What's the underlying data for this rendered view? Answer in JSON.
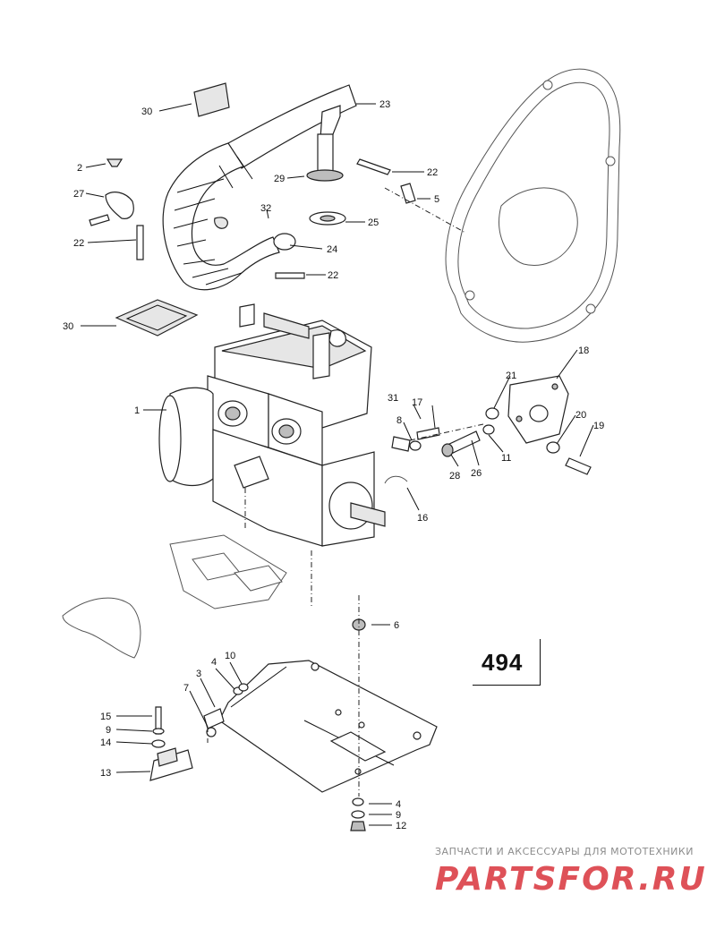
{
  "diagram": {
    "page_number": "494",
    "callouts": [
      {
        "id": "c30a",
        "text": "30"
      },
      {
        "id": "c23",
        "text": "23"
      },
      {
        "id": "c2",
        "text": "2"
      },
      {
        "id": "c27",
        "text": "27"
      },
      {
        "id": "c29",
        "text": "29"
      },
      {
        "id": "c22a",
        "text": "22"
      },
      {
        "id": "c5",
        "text": "5"
      },
      {
        "id": "c32",
        "text": "32"
      },
      {
        "id": "c25",
        "text": "25"
      },
      {
        "id": "c22b",
        "text": "22"
      },
      {
        "id": "c24",
        "text": "24"
      },
      {
        "id": "c22c",
        "text": "22"
      },
      {
        "id": "c30b",
        "text": "30"
      },
      {
        "id": "c18",
        "text": "18"
      },
      {
        "id": "c1",
        "text": "1"
      },
      {
        "id": "c31",
        "text": "31"
      },
      {
        "id": "c17",
        "text": "17"
      },
      {
        "id": "c21",
        "text": "21"
      },
      {
        "id": "c8",
        "text": "8"
      },
      {
        "id": "c20",
        "text": "20"
      },
      {
        "id": "c19",
        "text": "19"
      },
      {
        "id": "c28",
        "text": "28"
      },
      {
        "id": "c26",
        "text": "26"
      },
      {
        "id": "c11",
        "text": "11"
      },
      {
        "id": "c16",
        "text": "16"
      },
      {
        "id": "c6",
        "text": "6"
      },
      {
        "id": "c10",
        "text": "10"
      },
      {
        "id": "c4a",
        "text": "4"
      },
      {
        "id": "c3",
        "text": "3"
      },
      {
        "id": "c7",
        "text": "7"
      },
      {
        "id": "c15",
        "text": "15"
      },
      {
        "id": "c9a",
        "text": "9"
      },
      {
        "id": "c14",
        "text": "14"
      },
      {
        "id": "c13",
        "text": "13"
      },
      {
        "id": "c4b",
        "text": "4"
      },
      {
        "id": "c9b",
        "text": "9"
      },
      {
        "id": "c12",
        "text": "12"
      }
    ]
  },
  "watermark": {
    "tagline": "ЗАПЧАСТИ И АКСЕССУАРЫ ДЛЯ МОТОТЕХНИКИ",
    "logo_text": "PARTSFOR.RU",
    "logo_color": "#d7262f"
  }
}
